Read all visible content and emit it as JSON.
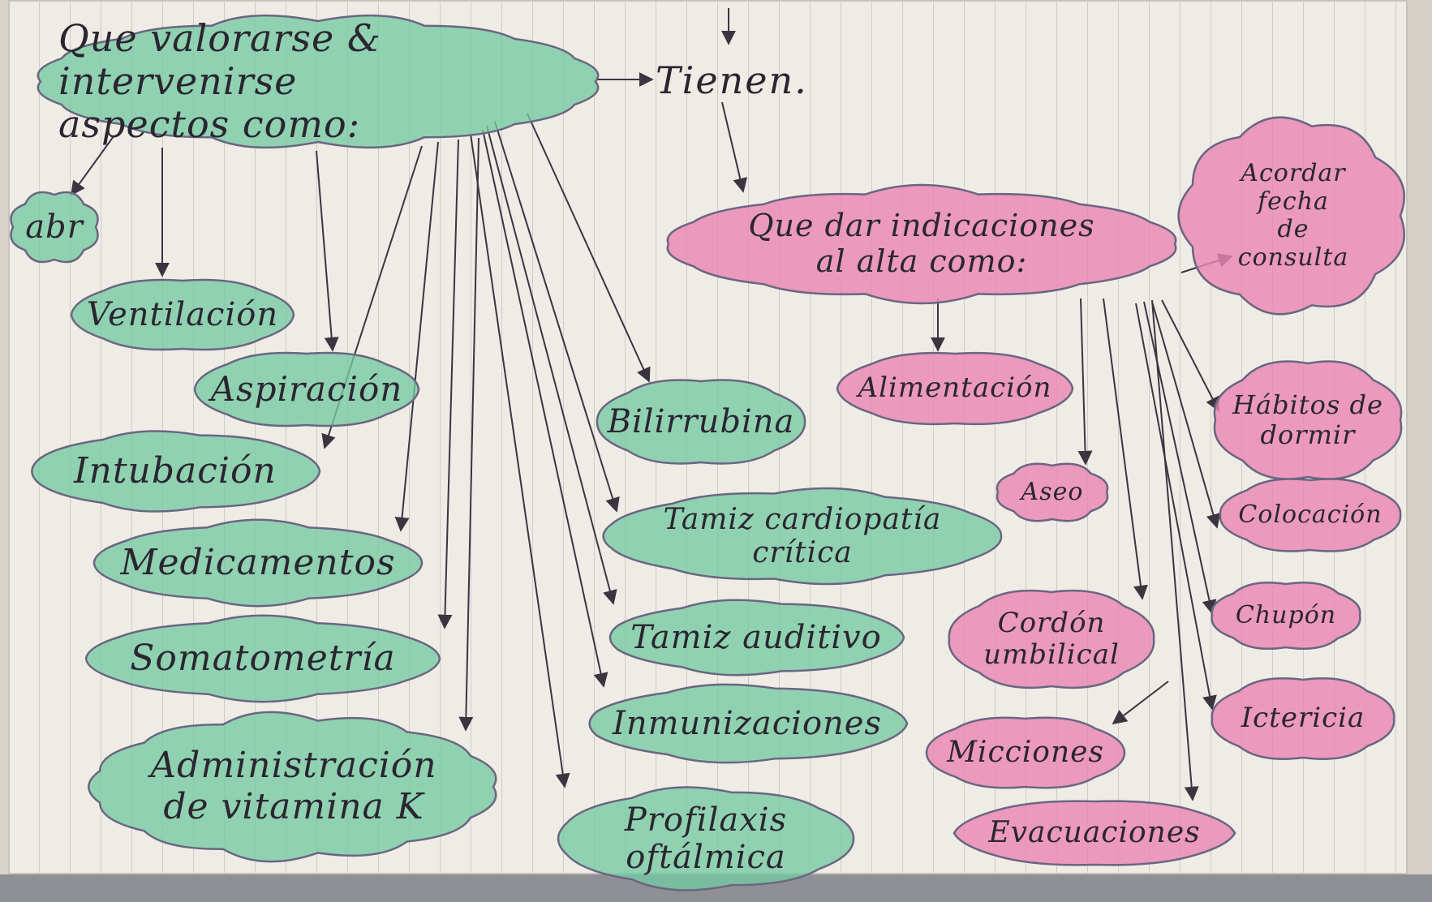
{
  "left_branch": {
    "root": {
      "text": "Que valorarse & intervenirse\naspectos como:"
    },
    "items": [
      {
        "text": "abr"
      },
      {
        "text": "Ventilación"
      },
      {
        "text": "Aspiración"
      },
      {
        "text": "Intubación"
      },
      {
        "text": "Medicamentos"
      },
      {
        "text": "Somatometría"
      },
      {
        "text": "Administración\nde vitamina K"
      },
      {
        "text": "Bilirrubina"
      },
      {
        "text": "Tamiz cardiopatía\ncrítica"
      },
      {
        "text": "Tamiz auditivo"
      },
      {
        "text": "Inmunizaciones"
      },
      {
        "text": "Profilaxis\noftálmica"
      }
    ]
  },
  "connector": {
    "text": "Tienen."
  },
  "right_branch": {
    "root": {
      "text": "Que dar indicaciones\nal alta como:"
    },
    "items": [
      {
        "text": "Alimentación"
      },
      {
        "text": "Aseo"
      },
      {
        "text": "Cordón\numbilical"
      },
      {
        "text": "Micciones"
      },
      {
        "text": "Evacuaciones"
      },
      {
        "text": "Acordar\nfecha\nde\nconsulta"
      },
      {
        "text": "Hábitos de\ndormir"
      },
      {
        "text": "Colocación"
      },
      {
        "text": "Chupón"
      },
      {
        "text": "Ictericia"
      }
    ]
  },
  "colors": {
    "green": "#74c9a3",
    "pink": "#ea86b2",
    "ink": "#2a2630",
    "outline": "#6a6680"
  }
}
